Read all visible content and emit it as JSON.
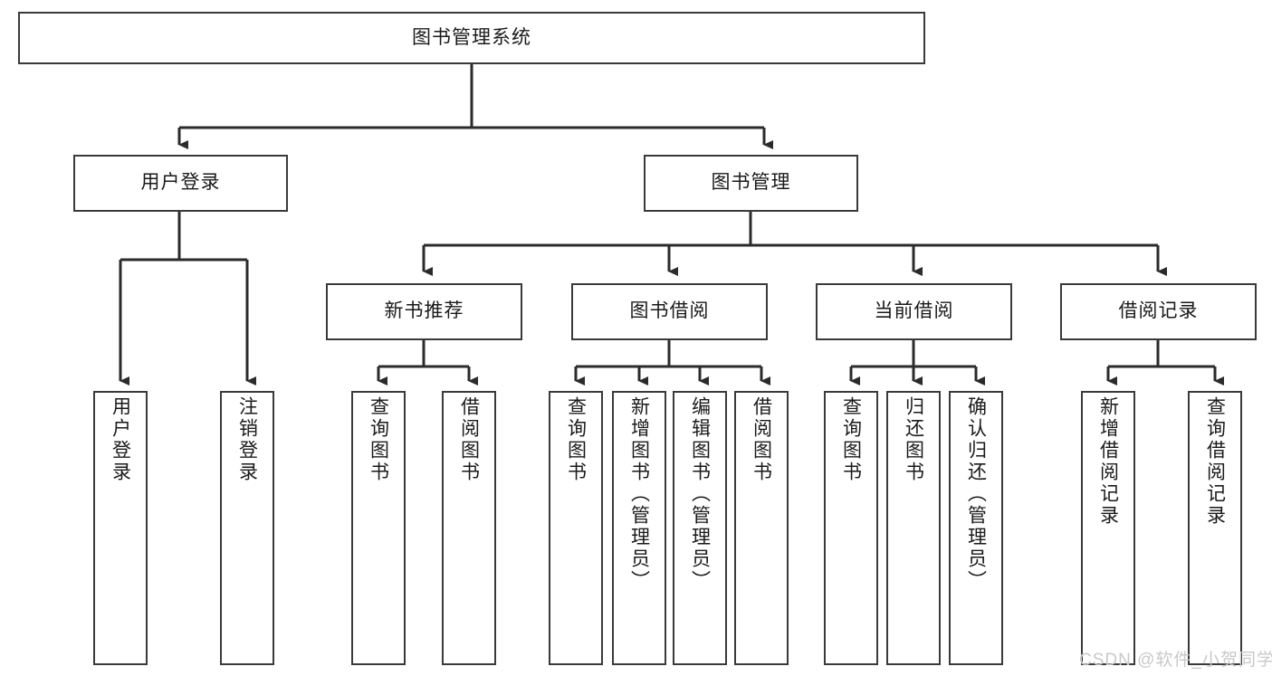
{
  "diagram": {
    "title": "图书管理系统",
    "type": "tree-hierarchy",
    "orientation": "top-down",
    "colors": {
      "box_border": "#3a3a3a",
      "box_fill": "#ffffff",
      "edge": "#2b2b2b",
      "text": "#1a1a1a",
      "watermark": "#c9c9c9"
    },
    "watermark": "CSDN @软件_小贺同学"
  },
  "nodes": {
    "root": {
      "label": "图书管理系统"
    },
    "level2": [
      {
        "label": "用户登录"
      },
      {
        "label": "图书管理"
      }
    ],
    "level3": [
      {
        "label": "新书推荐"
      },
      {
        "label": "图书借阅"
      },
      {
        "label": "当前借阅"
      },
      {
        "label": "借阅记录"
      }
    ],
    "leaves": {
      "user_login": [
        {
          "label": "用户登录"
        },
        {
          "label": "注销登录"
        }
      ],
      "new_book_recommend": [
        {
          "label": "查询图书"
        },
        {
          "label": "借阅图书"
        }
      ],
      "book_borrow": [
        {
          "label": "查询图书"
        },
        {
          "label": "新增图书（管理员）"
        },
        {
          "label": "编辑图书（管理员）"
        },
        {
          "label": "借阅图书"
        }
      ],
      "current_borrow": [
        {
          "label": "查询图书"
        },
        {
          "label": "归还图书"
        },
        {
          "label": "确认归还（管理员）"
        }
      ],
      "borrow_record": [
        {
          "label": "新增借阅记录"
        },
        {
          "label": "查询借阅记录"
        }
      ]
    }
  },
  "edges": {
    "root_to_level2": 2,
    "booksys_to_level3": 4,
    "user_login_children": 2,
    "recommend_children": 2,
    "borrow_children": 4,
    "current_children": 3,
    "record_children": 2
  }
}
